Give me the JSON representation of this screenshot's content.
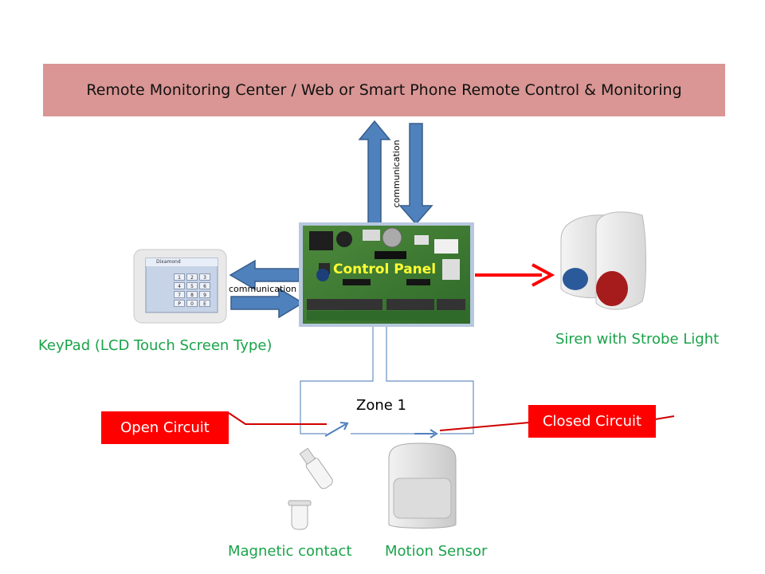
{
  "header": {
    "banner_text": "Remote Monitoring Center / Web or Smart Phone Remote Control & Monitoring"
  },
  "control_panel": {
    "label": "Control Panel"
  },
  "links": {
    "vertical_communication": "communication",
    "horizontal_communication": "communication"
  },
  "keypad": {
    "label": "KeyPad (LCD Touch Screen Type)",
    "screen_title": "Dixamond",
    "keys": [
      "1",
      "2",
      "3",
      "4",
      "5",
      "6",
      "7",
      "8",
      "9",
      "P",
      "0",
      "E"
    ]
  },
  "siren": {
    "label": "Siren with Strobe Light"
  },
  "zone": {
    "label": "Zone 1",
    "open_circuit": "Open Circuit",
    "closed_circuit": "Closed Circuit"
  },
  "sensors": {
    "magnetic_label": "Magnetic contact",
    "motion_label": "Motion Sensor"
  },
  "colors": {
    "arrow_blue": "#4f81bd",
    "arrow_outline": "#385d8a",
    "alarm_red": "#ff0000",
    "label_green": "#1aa34a",
    "banner_pink": "#d99694"
  }
}
